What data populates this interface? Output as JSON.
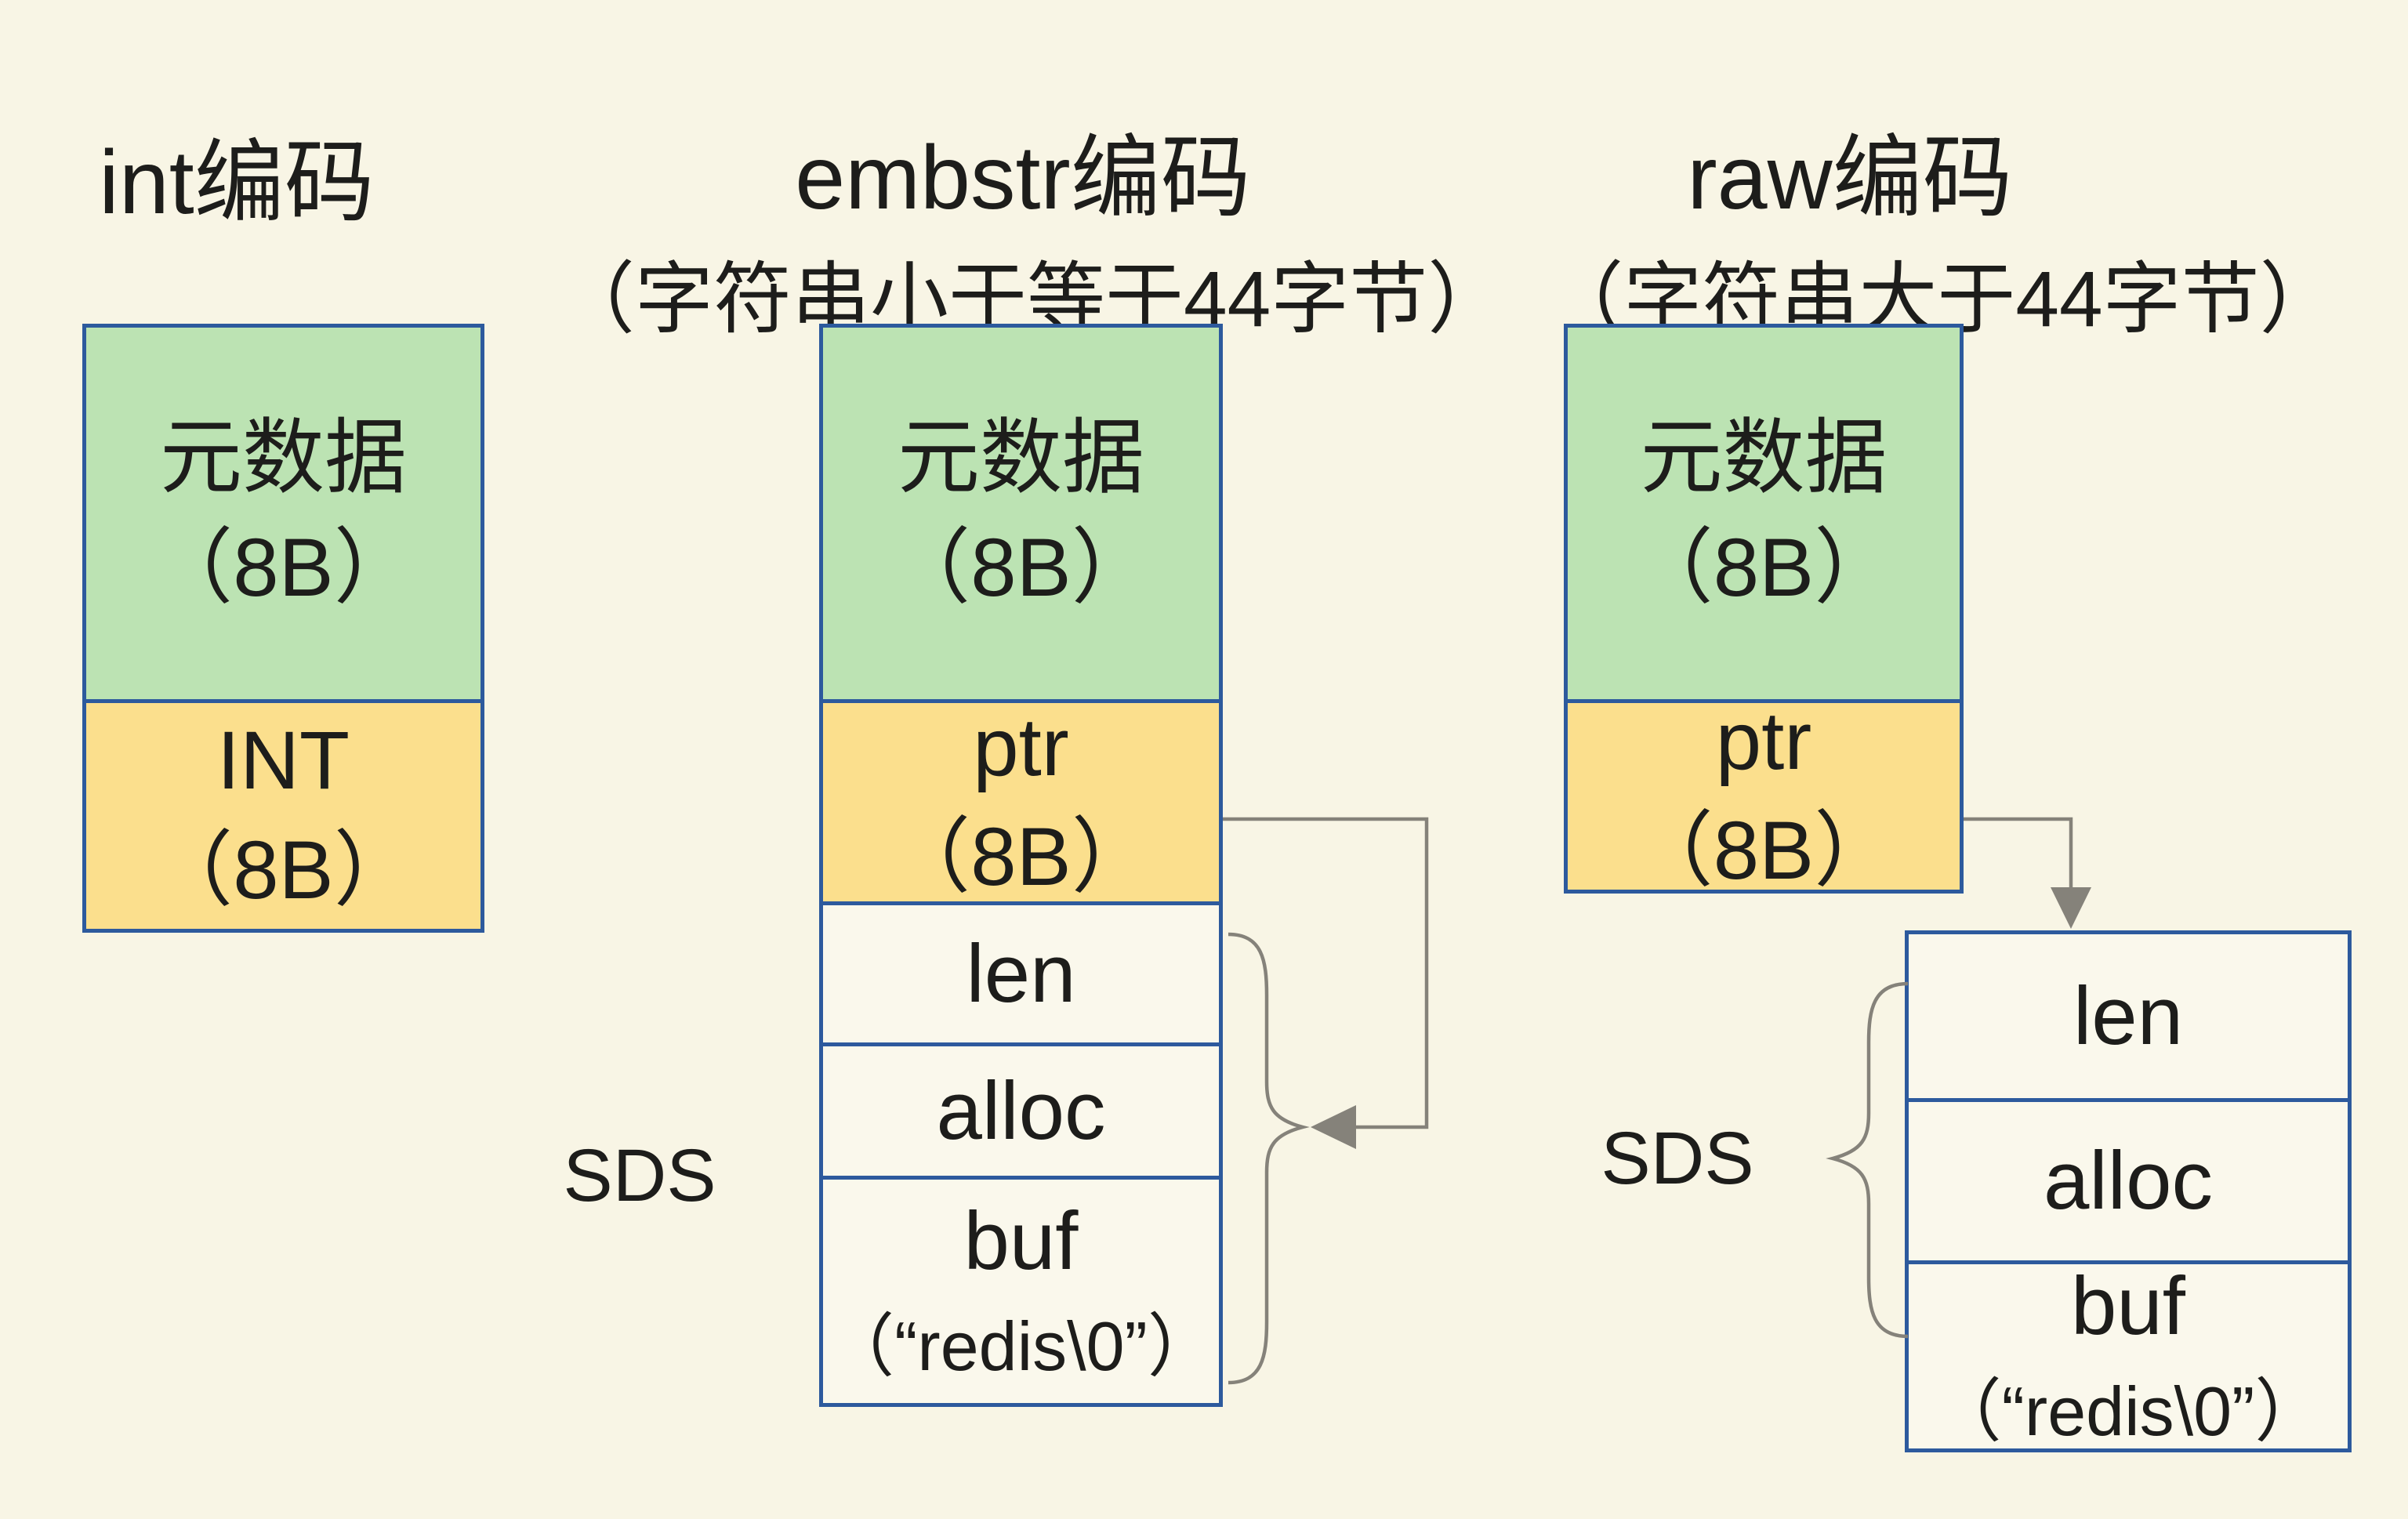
{
  "titles": {
    "int": "int编码",
    "embstr": "embstr编码",
    "embstr_note": "（字符串小于等于44字节）",
    "raw": "raw编码",
    "raw_note": "（字符串大于44字节）"
  },
  "labels": {
    "metadata": "元数据",
    "size_8b": "（8B）",
    "int_field": "INT",
    "ptr_field": "ptr",
    "len_field": "len",
    "alloc_field": "alloc",
    "buf_field": "buf",
    "buf_value": "（“redis\\0”）",
    "sds": "SDS"
  },
  "colors": {
    "background": "#f8f5e5",
    "metadata_fill": "#bce3b3",
    "pointer_fill": "#fbdf8d",
    "field_fill": "#faf8ec",
    "border": "#2d5a9d",
    "connector": "#85827a",
    "text": "#1d1d1b"
  }
}
